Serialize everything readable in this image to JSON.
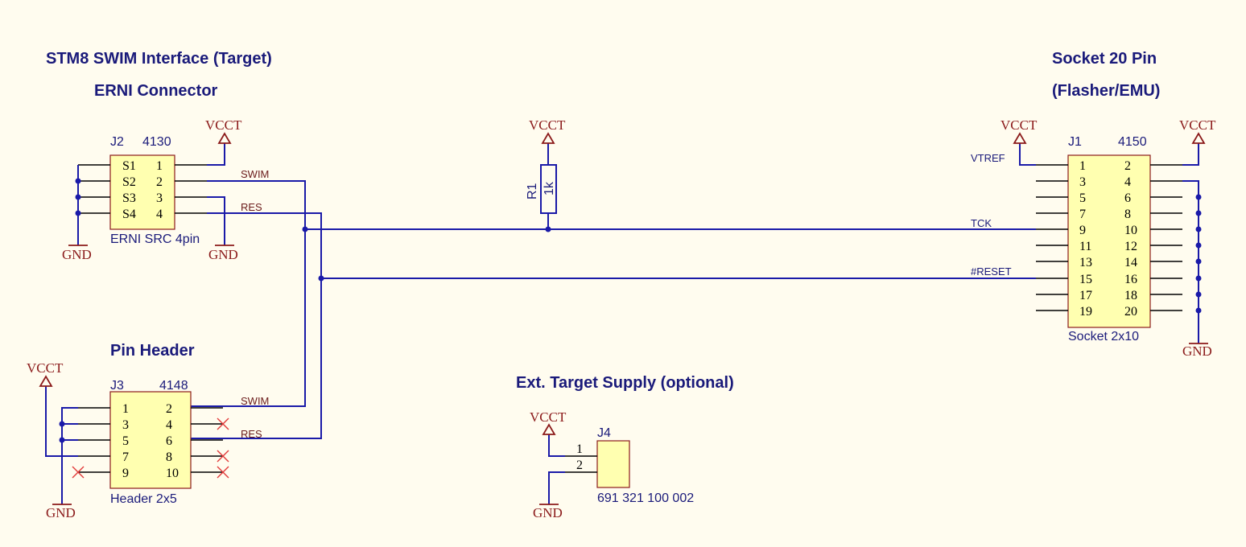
{
  "titles": {
    "swim": "STM8 SWIM Interface (Target)",
    "erni": "ERNI Connector",
    "socket": "Socket 20 Pin",
    "flasher": "(Flasher/EMU)",
    "pinheader": "Pin Header",
    "supply": "Ext. Target Supply (optional)"
  },
  "power": {
    "vcc": "VCCT",
    "gnd": "GND"
  },
  "j2": {
    "ref": "J2",
    "part": "4130",
    "footprint": "ERNI SRC 4pin",
    "shield": [
      "S1",
      "S2",
      "S3",
      "S4"
    ],
    "pins": [
      "1",
      "2",
      "3",
      "4"
    ]
  },
  "j3": {
    "ref": "J3",
    "part": "4148",
    "footprint": "Header 2x5",
    "left": [
      "1",
      "3",
      "5",
      "7",
      "9"
    ],
    "right": [
      "2",
      "4",
      "6",
      "8",
      "10"
    ]
  },
  "j1": {
    "ref": "J1",
    "part": "4150",
    "footprint": "Socket 2x10",
    "left": [
      "1",
      "3",
      "5",
      "7",
      "9",
      "11",
      "13",
      "15",
      "17",
      "19"
    ],
    "right": [
      "2",
      "4",
      "6",
      "8",
      "10",
      "12",
      "14",
      "16",
      "18",
      "20"
    ]
  },
  "j4": {
    "ref": "J4",
    "footprint": "691 321 100 002",
    "pins": [
      "1",
      "2"
    ]
  },
  "r1": {
    "ref": "R1",
    "value": "1k"
  },
  "nets": {
    "swim": "SWIM",
    "res": "RES",
    "vtref": "VTREF",
    "tck": "TCK",
    "reset": "#RESET"
  },
  "colors": {
    "background": "#fffcef",
    "wire": "#1a1aa8",
    "part_body": "#ffffb0",
    "power": "#8b1a1a",
    "no_connect": "#e23a3a"
  }
}
